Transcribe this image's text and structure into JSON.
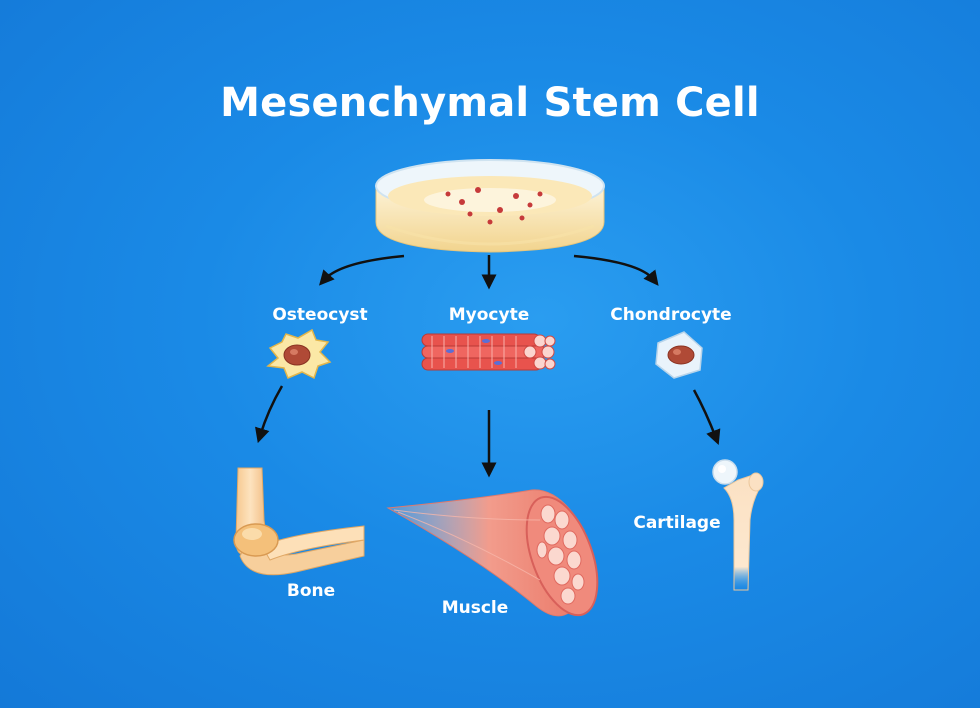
{
  "title": "Mesenchymal Stem Cell",
  "cells": {
    "osteocyst": "Osteocyst",
    "myocyte": "Myocyte",
    "chondrocyte": "Chondrocyte"
  },
  "tissues": {
    "bone": "Bone",
    "muscle": "Muscle",
    "cartilage": "Cartilage"
  },
  "colors": {
    "background": "#1a8ae6",
    "text": "#ffffff",
    "arrow": "#111111"
  }
}
